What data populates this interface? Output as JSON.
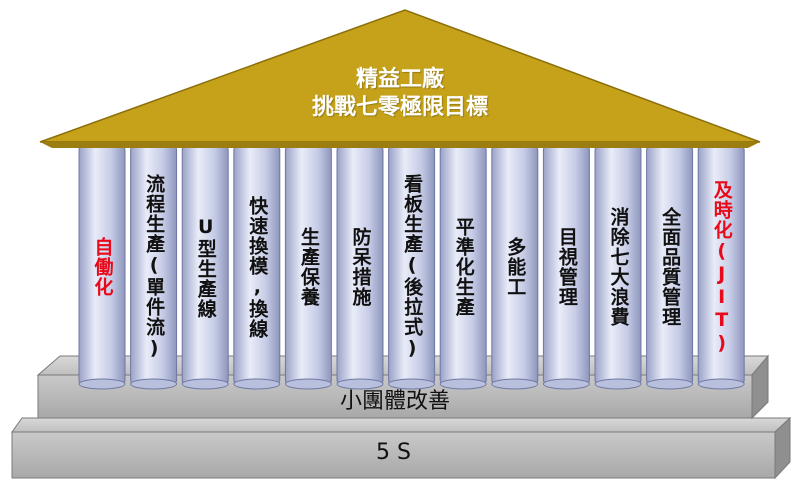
{
  "roof": {
    "title_line1": "精益工廠",
    "title_line2": "挑戰七零極限目標"
  },
  "pillars": [
    {
      "label": "自働化",
      "highlight": true
    },
    {
      "label": "流程生產(單件流)",
      "highlight": false
    },
    {
      "label": "U型生產線",
      "highlight": false
    },
    {
      "label": "快速換模,換線",
      "highlight": false
    },
    {
      "label": "生產保養",
      "highlight": false
    },
    {
      "label": "防呆措施",
      "highlight": false
    },
    {
      "label": "看板生產(後拉式)",
      "highlight": false
    },
    {
      "label": "平準化生產",
      "highlight": false
    },
    {
      "label": "多能工",
      "highlight": false
    },
    {
      "label": "目視管理",
      "highlight": false
    },
    {
      "label": "消除七大浪費",
      "highlight": false
    },
    {
      "label": "全面品質管理",
      "highlight": false
    },
    {
      "label": "及時化(JIT)",
      "highlight": true
    }
  ],
  "foundation": {
    "upper_step": "小團體改善",
    "lower_step": "5 S"
  },
  "colors": {
    "roof": "#c6a21a",
    "pillar": "#cfd5ee",
    "step": "#b7b7b7",
    "highlight_text": "#e8091a"
  }
}
